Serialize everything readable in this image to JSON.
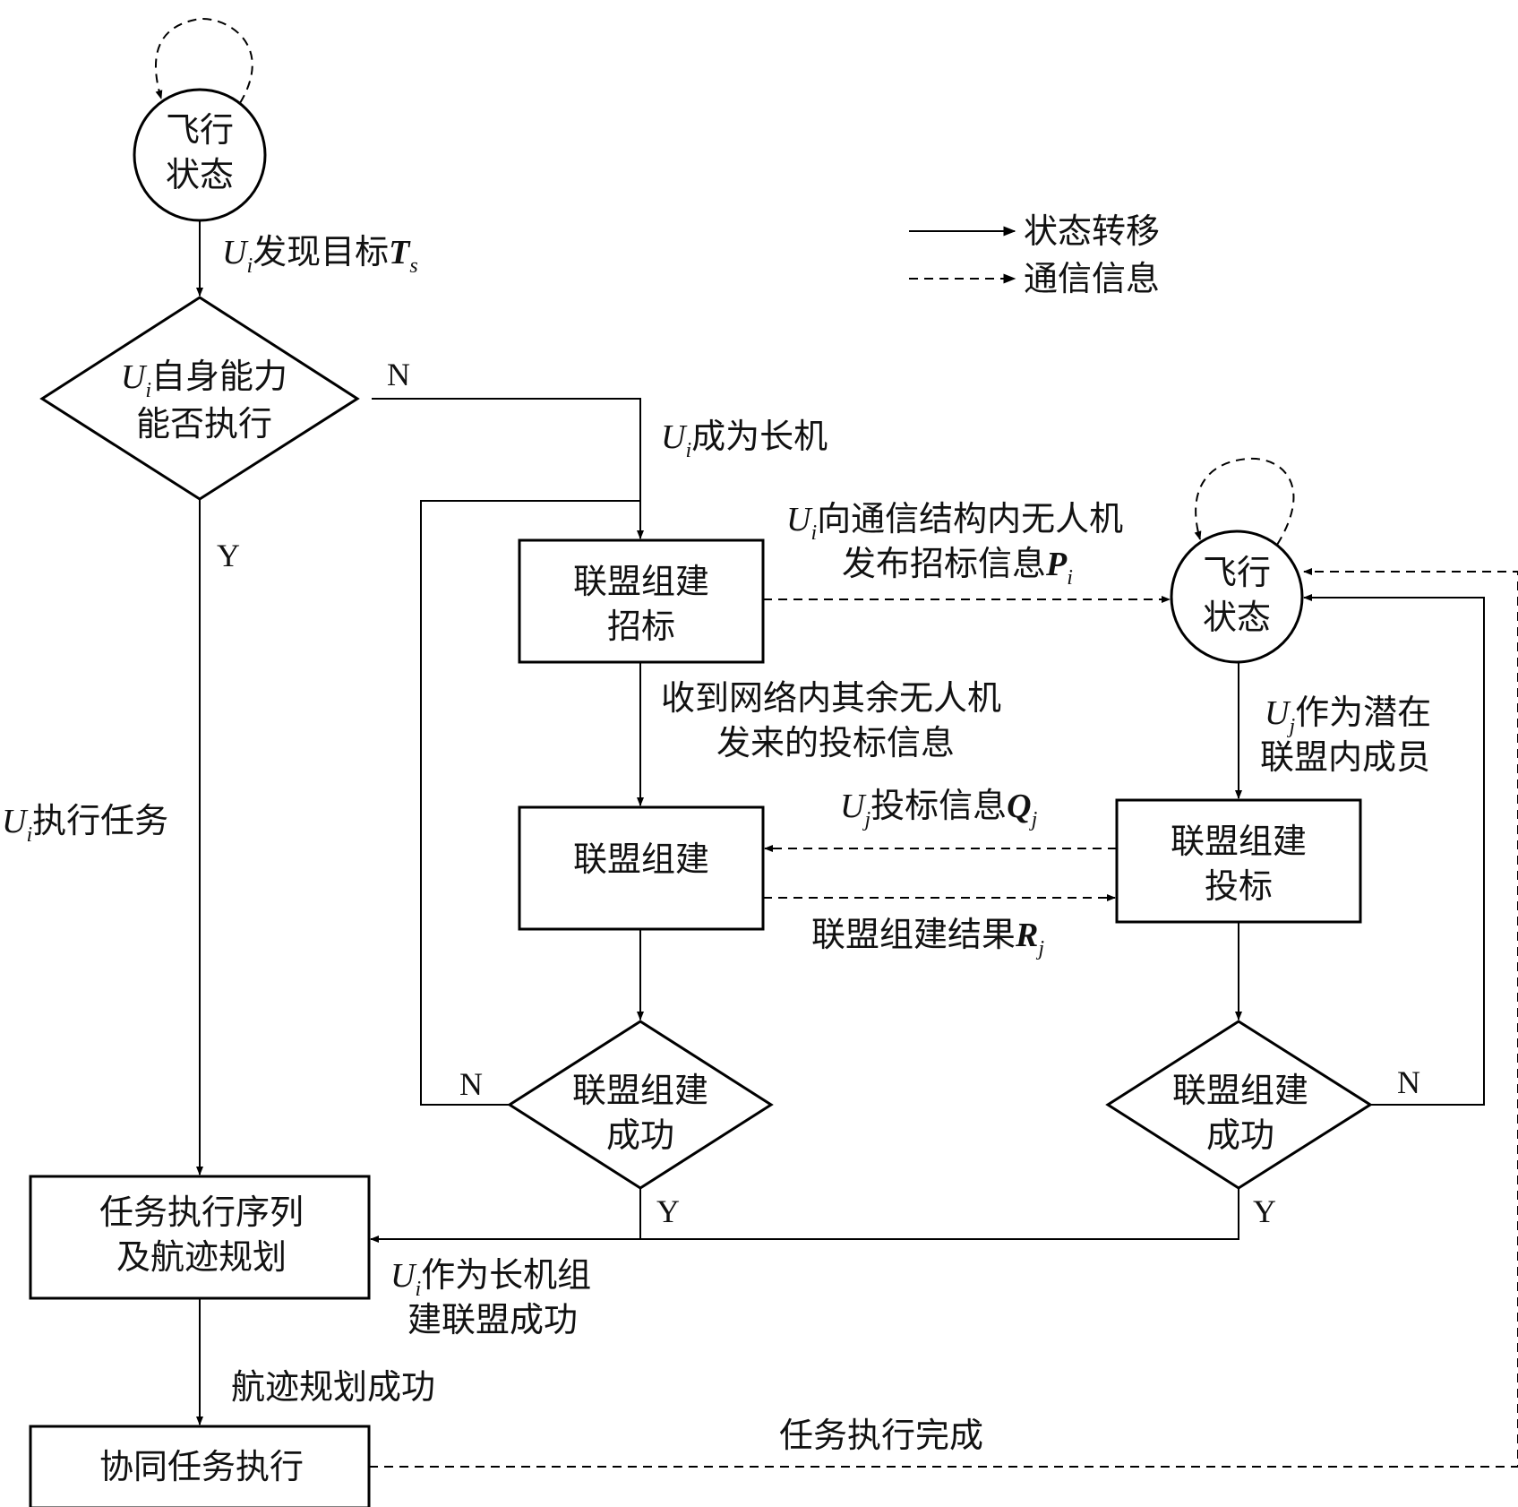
{
  "legend": {
    "solid_label": "状态转移",
    "dashed_label": "通信信息"
  },
  "nodes": {
    "flight_state_1": [
      "飞行",
      "状态"
    ],
    "self_capability": [
      "自身能力",
      "能否执行"
    ],
    "coalition_tender": [
      "联盟组建",
      "招标"
    ],
    "coalition_form": [
      "联盟组建"
    ],
    "coalition_success_left": [
      "联盟组建",
      "成功"
    ],
    "flight_state_2": [
      "飞行",
      "状态"
    ],
    "coalition_bid": [
      "联盟组建",
      "投标"
    ],
    "coalition_success_right": [
      "联盟组建",
      "成功"
    ],
    "task_sequence": [
      "任务执行序列",
      "及航迹规划"
    ],
    "coop_execution": [
      "协同任务执行"
    ]
  },
  "symbols": {
    "U": "U",
    "i": "i",
    "j": "j",
    "T": "T",
    "s": "s",
    "P": "P",
    "Q": "Q",
    "R": "R"
  },
  "labels": {
    "discover_target": "发现目标",
    "become_leader": "成为长机",
    "broadcast_1": "向通信结构内无人机",
    "broadcast_2": "发布招标信息",
    "receive_1": "收到网络内其余无人机",
    "receive_2": "发来的投标信息",
    "potential_1": "作为潜在",
    "potential_2": "联盟内成员",
    "bid_info": "投标信息",
    "result": "联盟组建结果",
    "execute_task": "执行任务",
    "leader_success_1": "作为长机组",
    "leader_success_2": "建联盟成功",
    "path_success": "航迹规划成功",
    "task_done": "任务执行完成"
  },
  "branch_labels": {
    "yes": "Y",
    "no": "N"
  }
}
